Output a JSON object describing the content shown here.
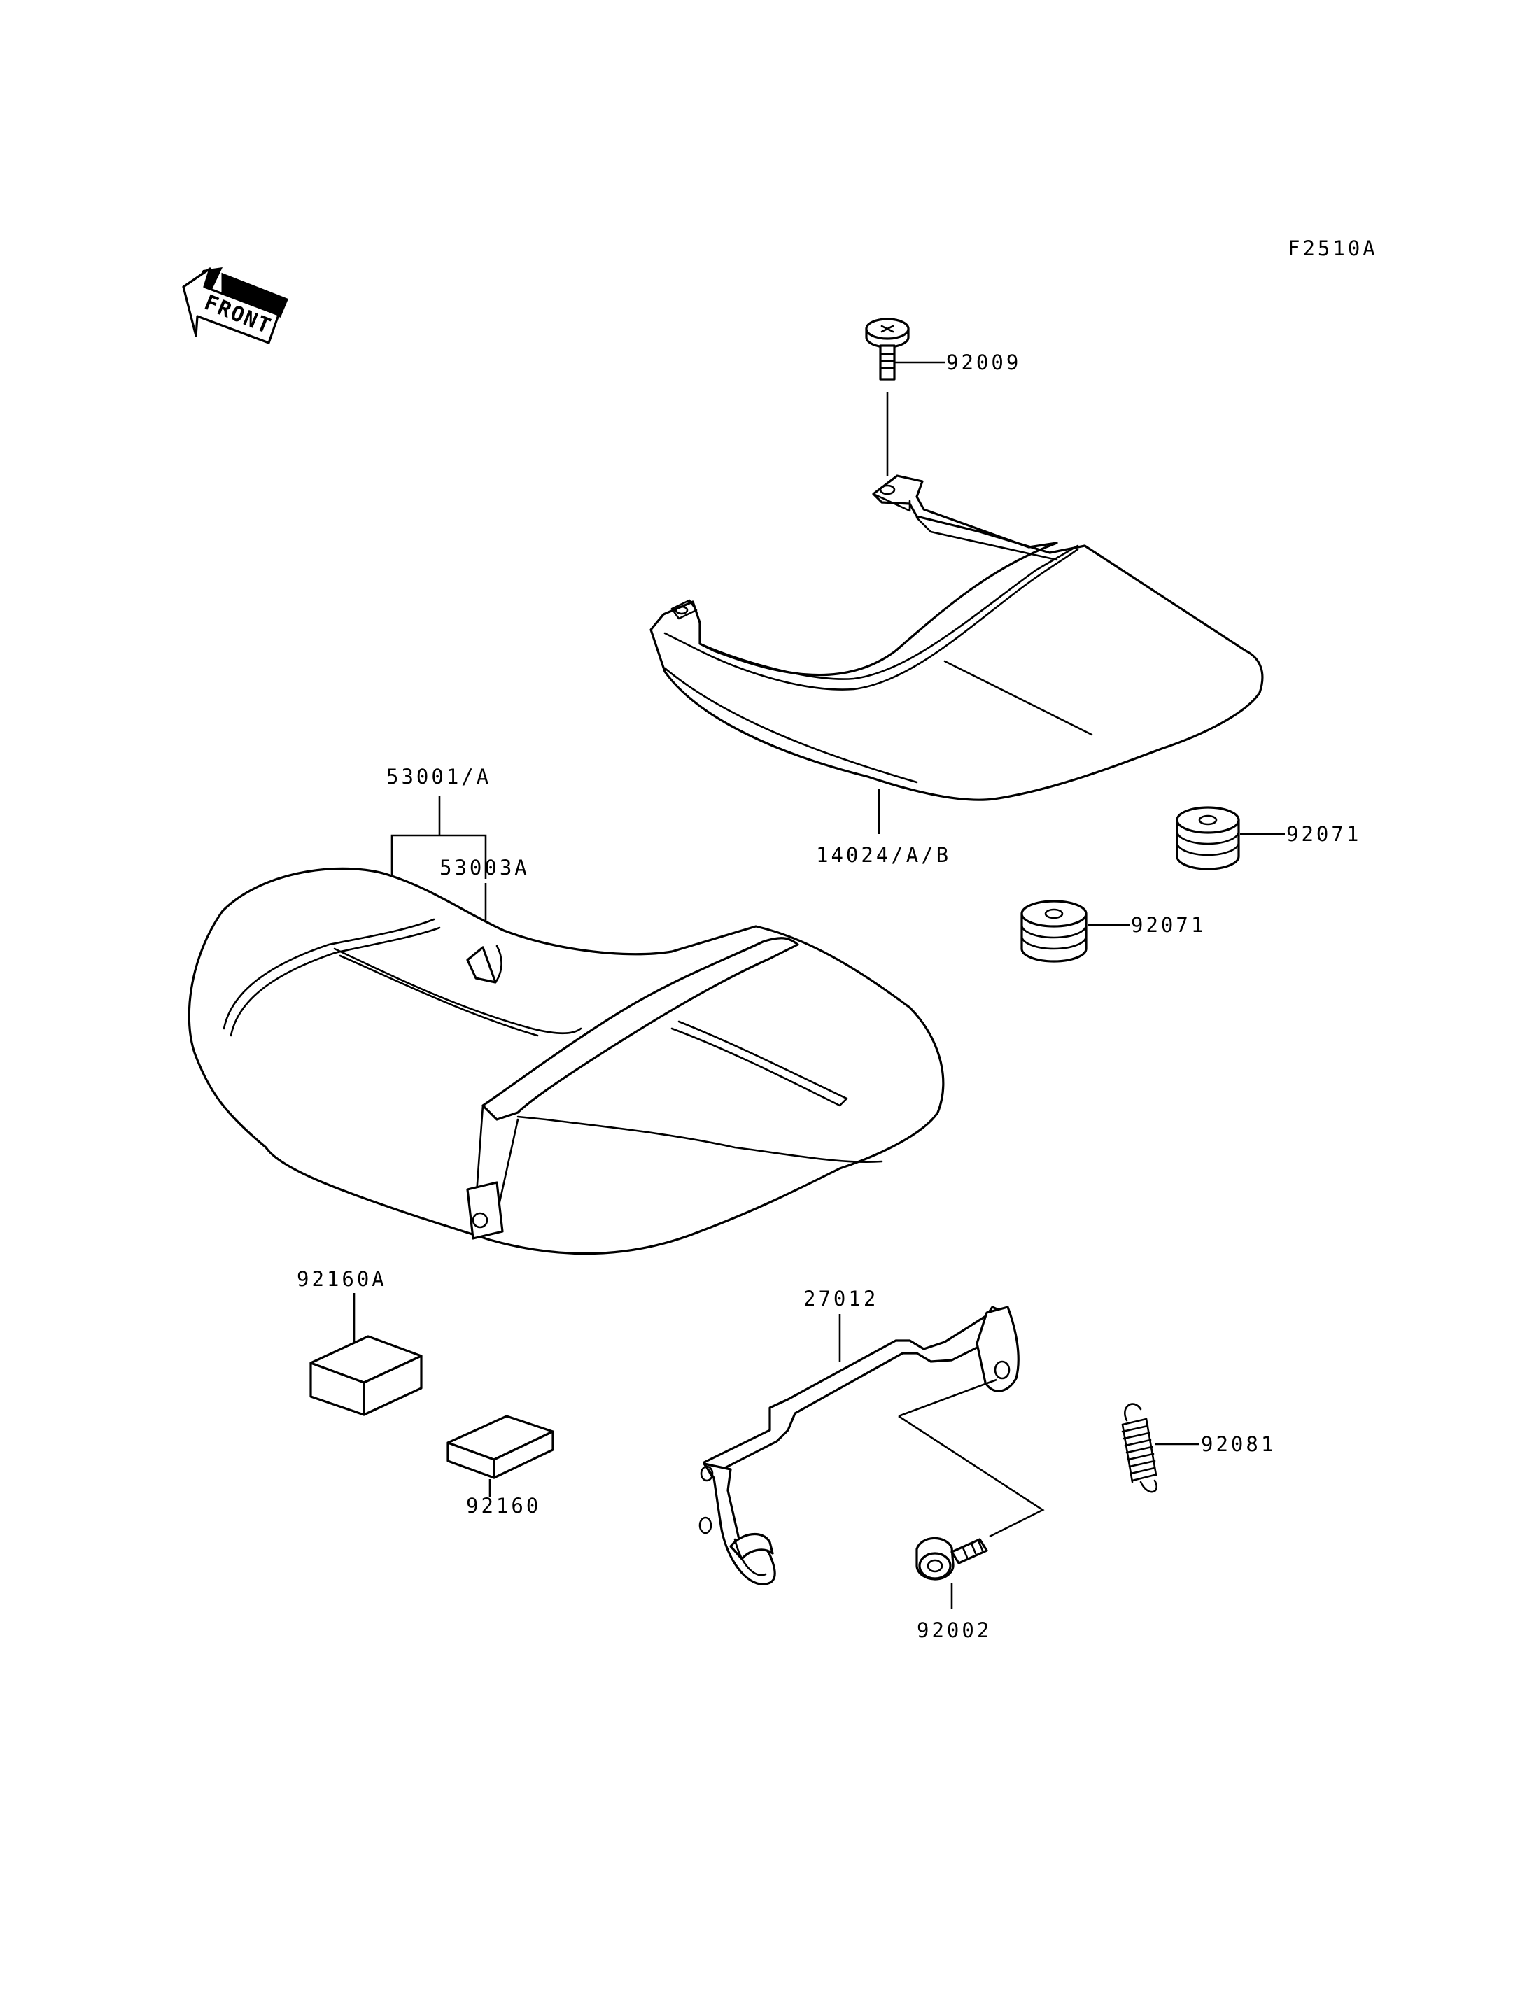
{
  "figure_code": "F2510A",
  "front_arrow_label": "FRONT",
  "part_labels": {
    "bolt_top": "92009",
    "seat_cover": "14024/A/B",
    "damper_upper": "92071",
    "damper_lower": "92071",
    "seat_assy": "53001/A",
    "seat_label": "53003A",
    "pad_large": "92160A",
    "pad_small": "92160",
    "hinge_bracket": "27012",
    "spring": "92081",
    "bolt_bottom": "92002"
  },
  "icons": [
    "front-arrow-icon"
  ],
  "colors": {
    "line": "#000000",
    "background": "#ffffff"
  }
}
